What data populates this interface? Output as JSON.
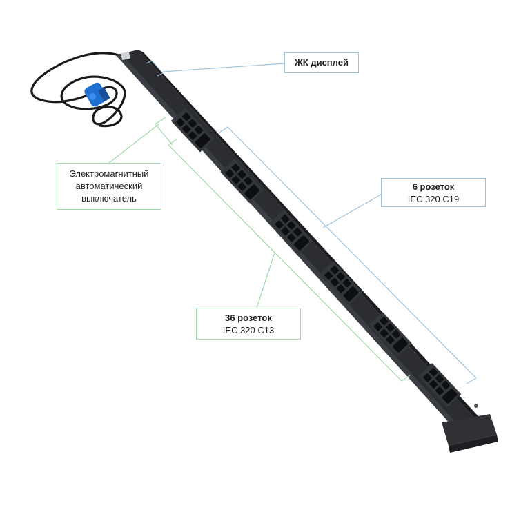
{
  "callouts": {
    "lcd": {
      "title": "ЖК дисплей"
    },
    "breaker": {
      "lines": [
        "Электромагнитный",
        "автоматический",
        "выключатель"
      ]
    },
    "c19": {
      "title": "6 розеток",
      "subtitle": "IEC 320 C19"
    },
    "c13": {
      "title": "36 розеток",
      "subtitle": "IEC 320 C13"
    }
  },
  "product": {
    "outlet_groups": 6,
    "c13_per_group": 6,
    "c19_per_group": 1
  },
  "colors": {
    "body": "#2b2d31",
    "body_edge": "#4a4d52",
    "outlet": "#0e0f11",
    "plug": "#1f6fd1",
    "cable": "#1a1a1a",
    "leader_blue": "#9ec3dc",
    "leader_green": "#9fd9a9"
  }
}
